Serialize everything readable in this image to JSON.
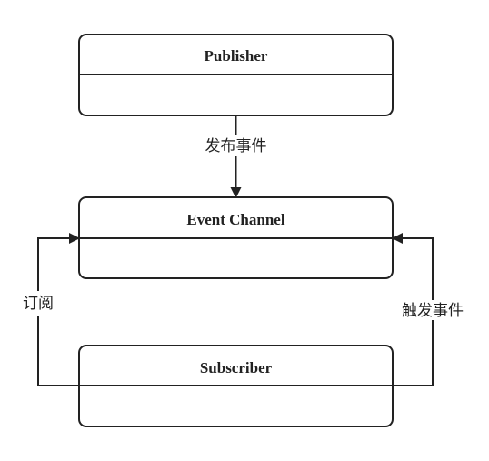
{
  "diagram": {
    "nodes": {
      "publisher": {
        "title": "Publisher"
      },
      "event_channel": {
        "title": "Event Channel"
      },
      "subscriber": {
        "title": "Subscriber"
      }
    },
    "edges": {
      "publish": {
        "label": "发布事件"
      },
      "subscribe": {
        "label": "订阅"
      },
      "trigger": {
        "label": "触发事件"
      }
    },
    "colors": {
      "stroke": "#222222",
      "background": "#ffffff"
    }
  }
}
